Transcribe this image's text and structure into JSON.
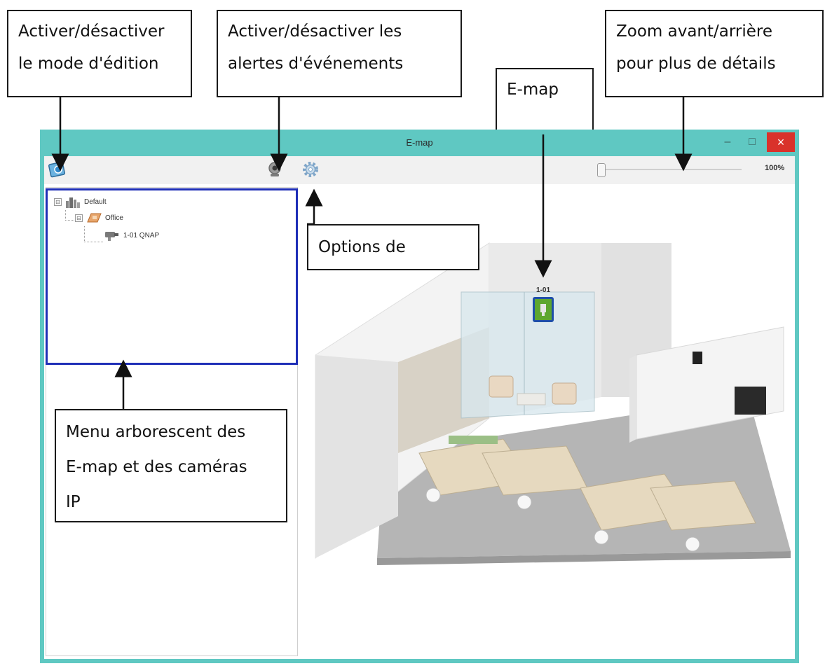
{
  "annotations": {
    "edit_mode": "Activer/désactiver\nle mode d'édition",
    "event_alerts": "Activer/désactiver les\nalertes d'événements",
    "zoom": "Zoom avant/arrière\npour plus de détails",
    "emap": "E-map",
    "options": "Options de",
    "tree_menu": "Menu arborescent des\nE-map et des caméras\nIP"
  },
  "window": {
    "title": "E-map",
    "minimize": "–",
    "maximize": "□",
    "close": "×"
  },
  "toolbar": {
    "zoom_value": "100%",
    "zoom_level": 0.0,
    "icons": [
      "edit-mode-icon",
      "webcam-icon",
      "gear-icon"
    ]
  },
  "tree": {
    "root": "Default",
    "child": "Office",
    "camera": "1-01 QNAP",
    "expander_symbol": "⊟"
  },
  "map": {
    "camera_marker_label": "1-01"
  }
}
